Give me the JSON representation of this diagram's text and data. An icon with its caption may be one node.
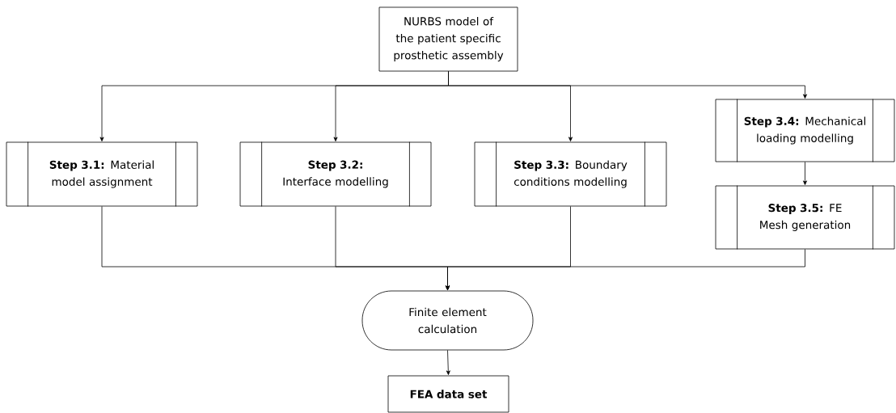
{
  "diagram": {
    "nodes": [
      {
        "text": [
          "NURBS model of the patient specific prosthetic assembly"
        ]
      },
      {
        "text": [
          "**Step 3.1:** Material model assignment"
        ]
      },
      {
        "text": [
          "**Step 3.2:** Interface modelling"
        ]
      },
      {
        "text": [
          "**Step 3.3:** Boundary conditions modelling"
        ]
      },
      {
        "text": [
          "**Step 3.4:** Mechanical loading modelling"
        ]
      },
      {
        "text": [
          "**Step 3.5:** FE Mesh generation"
        ]
      },
      {
        "text": [
          "Finite element calculation"
        ]
      },
      {
        "text": [
          "**FEA data set**"
        ]
      }
    ],
    "edges": [
      {
        "from": 0,
        "to": 1,
        "arrow": "to"
      },
      {
        "from": 0,
        "to": 2,
        "arrow": "to"
      },
      {
        "from": 0,
        "to": 3,
        "arrow": "to"
      },
      {
        "from": 0,
        "to": 4,
        "arrow": "to"
      },
      {
        "from": 4,
        "to": 5,
        "arrow": "to"
      },
      {
        "from": 1,
        "to": 6,
        "arrow": "to"
      },
      {
        "from": 2,
        "to": 6,
        "arrow": "to"
      },
      {
        "from": 3,
        "to": 6,
        "arrow": "to"
      },
      {
        "from": 5,
        "to": 6,
        "arrow": "to"
      },
      {
        "from": 6,
        "to": 7,
        "arrow": "to"
      }
    ]
  }
}
